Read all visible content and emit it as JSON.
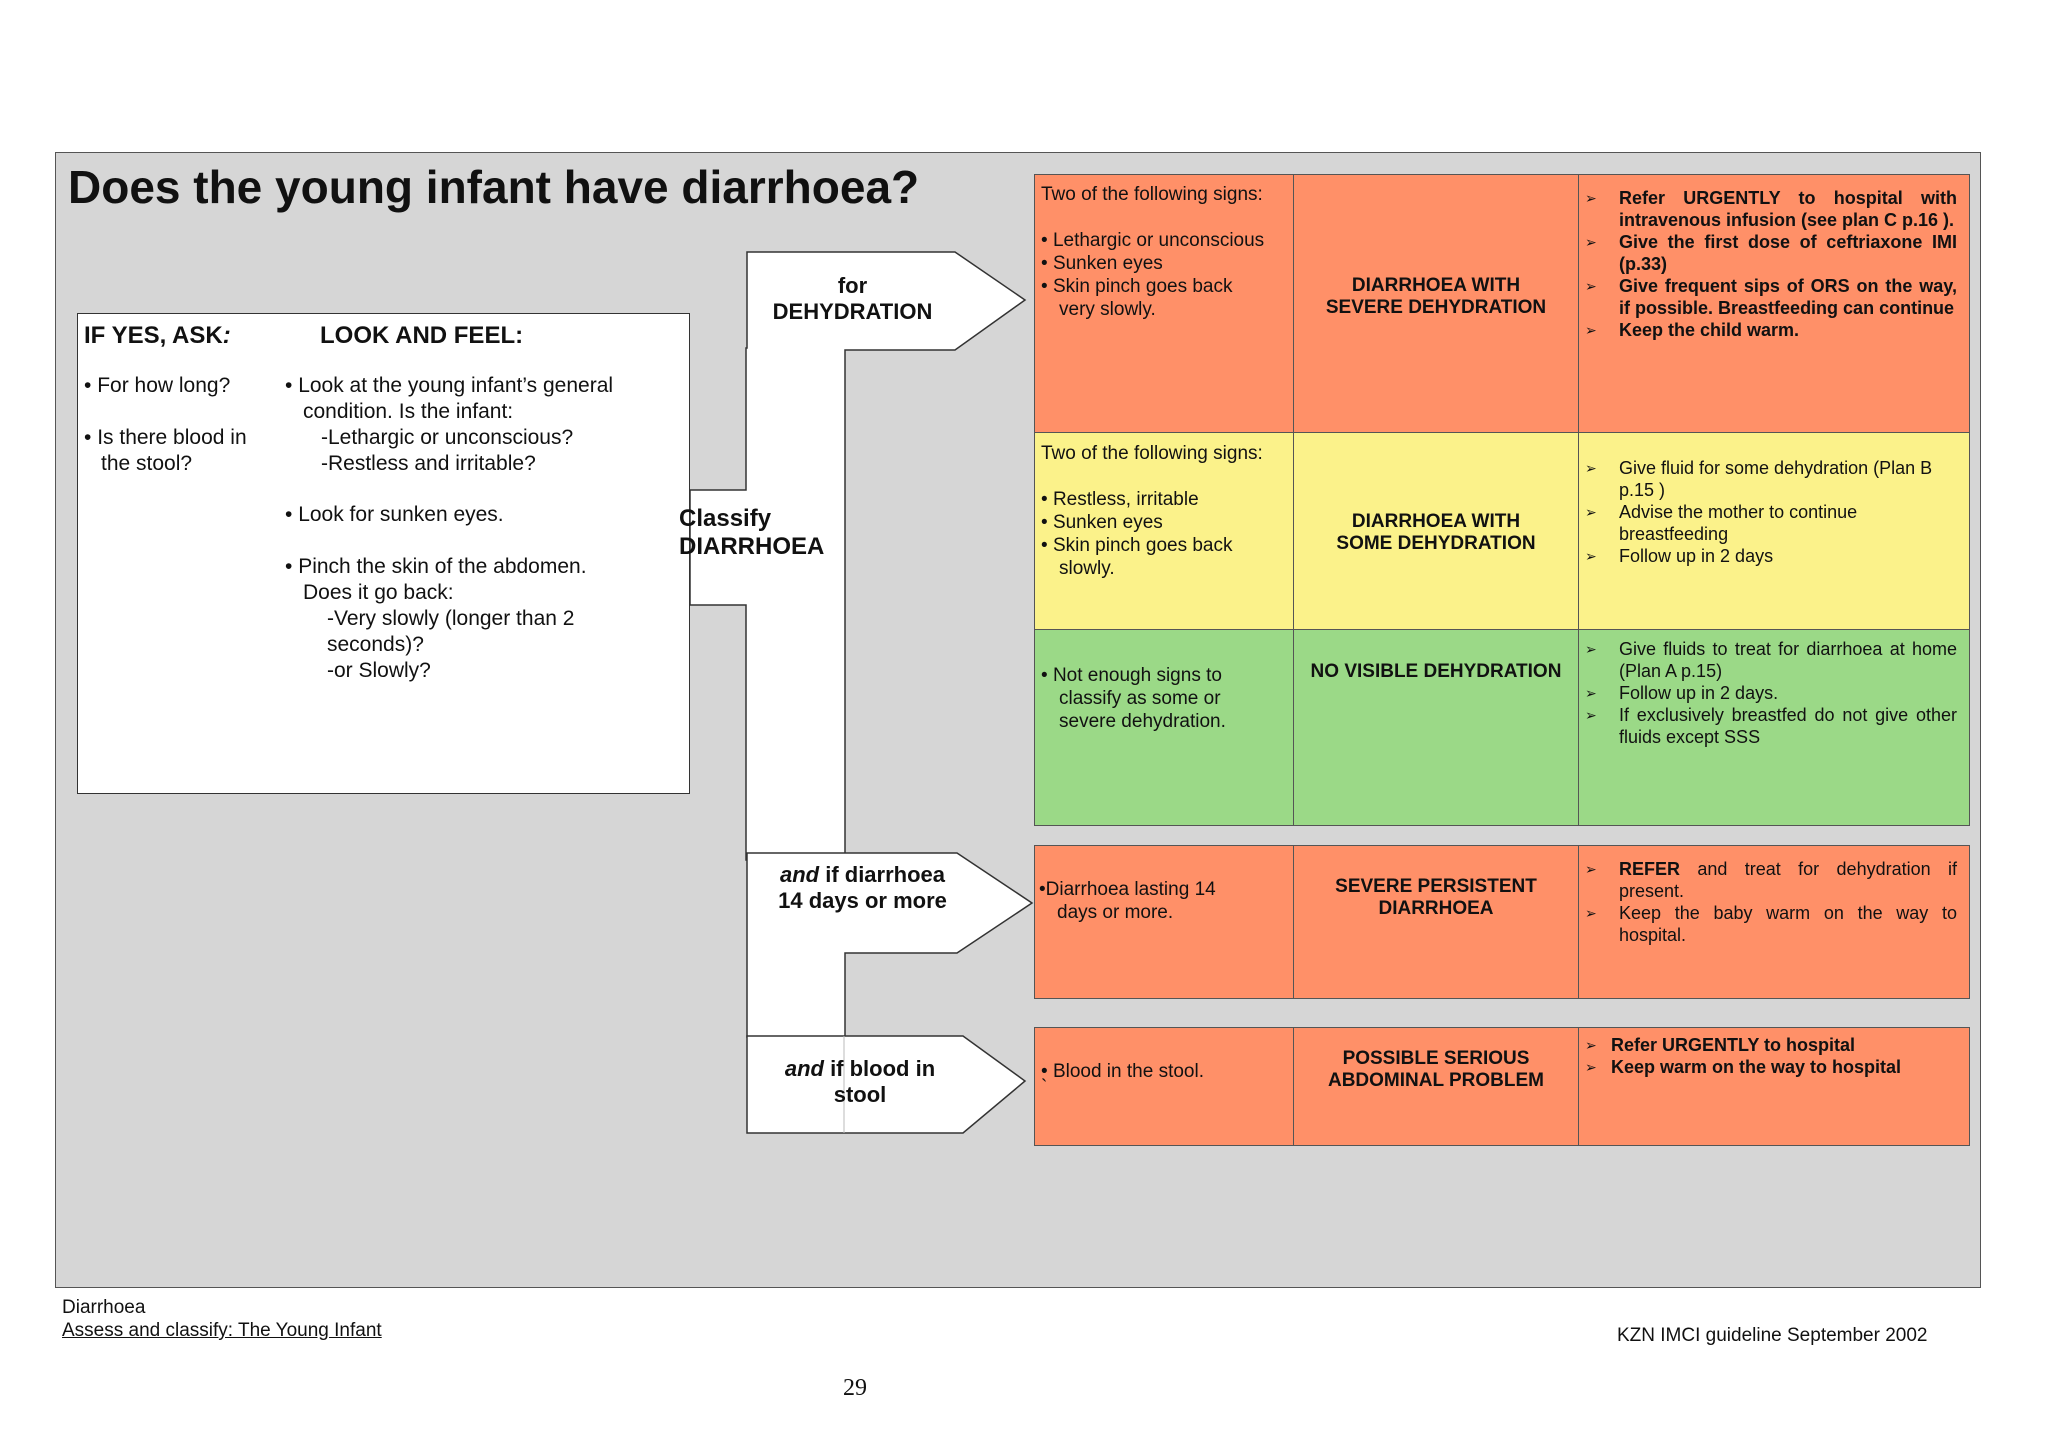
{
  "title": "Does the young infant have diarrhoea?",
  "ask": {
    "if_yes": "IF YES, ASK",
    "colon": ":",
    "look_feel": "LOOK AND FEEL:",
    "questions": [
      "For how long?",
      "Is there blood in",
      "the stool?"
    ],
    "checks": [
      "Look at the young infant’s general",
      "condition. Is the infant:",
      "-Lethargic or unconscious?",
      "-Restless and irritable?",
      "Look for sunken eyes.",
      "Pinch the skin of the abdomen.",
      "Does it go back:",
      "-Very slowly (longer than 2",
      "seconds)?",
      "-or Slowly?"
    ]
  },
  "flow": {
    "classify_1": "Classify",
    "classify_2": "DIARRHOEA",
    "for_1": "for",
    "for_2": "DEHYDRATION",
    "persist_and": "and",
    "persist_1": " if diarrhoea",
    "persist_2": "14 days or more",
    "blood_and": "and",
    "blood_1": " if blood in",
    "blood_2": "stool"
  },
  "rows": {
    "severe": {
      "lead": "Two of the following signs:",
      "signs": [
        "Lethargic or unconscious",
        "Sunken eyes",
        "Skin pinch goes back",
        "very slowly."
      ],
      "class_1": "DIARRHOEA WITH",
      "class_2": "SEVERE DEHYDRATION",
      "treat": [
        "Refer URGENTLY to hospital  with intravenous infusion (see plan C p.16 ).",
        "Give the first dose of ceftriaxone IMI (p.33)",
        "Give frequent sips  of ORS on the way, if possible. Breastfeeding can continue",
        "Keep the child warm."
      ]
    },
    "some": {
      "lead": "Two of the following signs:",
      "signs": [
        "Restless, irritable",
        "Sunken eyes",
        "Skin pinch goes back",
        "slowly."
      ],
      "class_1": "DIARRHOEA WITH",
      "class_2": "SOME DEHYDRATION",
      "treat": [
        "Give fluid  for some dehydration (Plan B  p.15 )",
        "Advise the mother to continue breastfeeding",
        "Follow up in 2 days"
      ]
    },
    "none": {
      "signs": [
        "Not enough signs to",
        "classify as some or",
        "severe dehydration."
      ],
      "class_1": "NO  VISIBLE DEHYDRATION",
      "treat": [
        "Give fluids to treat for diarrhoea at home (Plan A p.15)",
        "Follow up in 2 days.",
        "If exclusively breastfed do not give other fluids except SSS"
      ]
    },
    "persistent": {
      "signs": [
        "Diarrhoea lasting 14",
        "days or more."
      ],
      "class_1": "SEVERE PERSISTENT",
      "class_2": "DIARRHOEA",
      "treat_1_bold": "REFER",
      "treat_1_rest": " and treat for dehydration if present.",
      "treat_2": "Keep the baby warm on the way to hospital."
    },
    "blood": {
      "signs": [
        "Blood in the stool."
      ],
      "tick": "`",
      "class_1": "POSSIBLE SERIOUS",
      "class_2": "ABDOMINAL PROBLEM",
      "treat": [
        "Refer URGENTLY to hospital",
        "Keep warm on the way to hospital"
      ]
    }
  },
  "footer": {
    "section": "Diarrhoea",
    "subsection": "Assess and classify: The Young Infant",
    "guideline": "KZN IMCI guideline September 2002",
    "page_number": "29"
  },
  "colors": {
    "panel": "#d6d6d6",
    "red": "#ff9068",
    "yellow": "#fbf28a",
    "green": "#9bd987"
  }
}
